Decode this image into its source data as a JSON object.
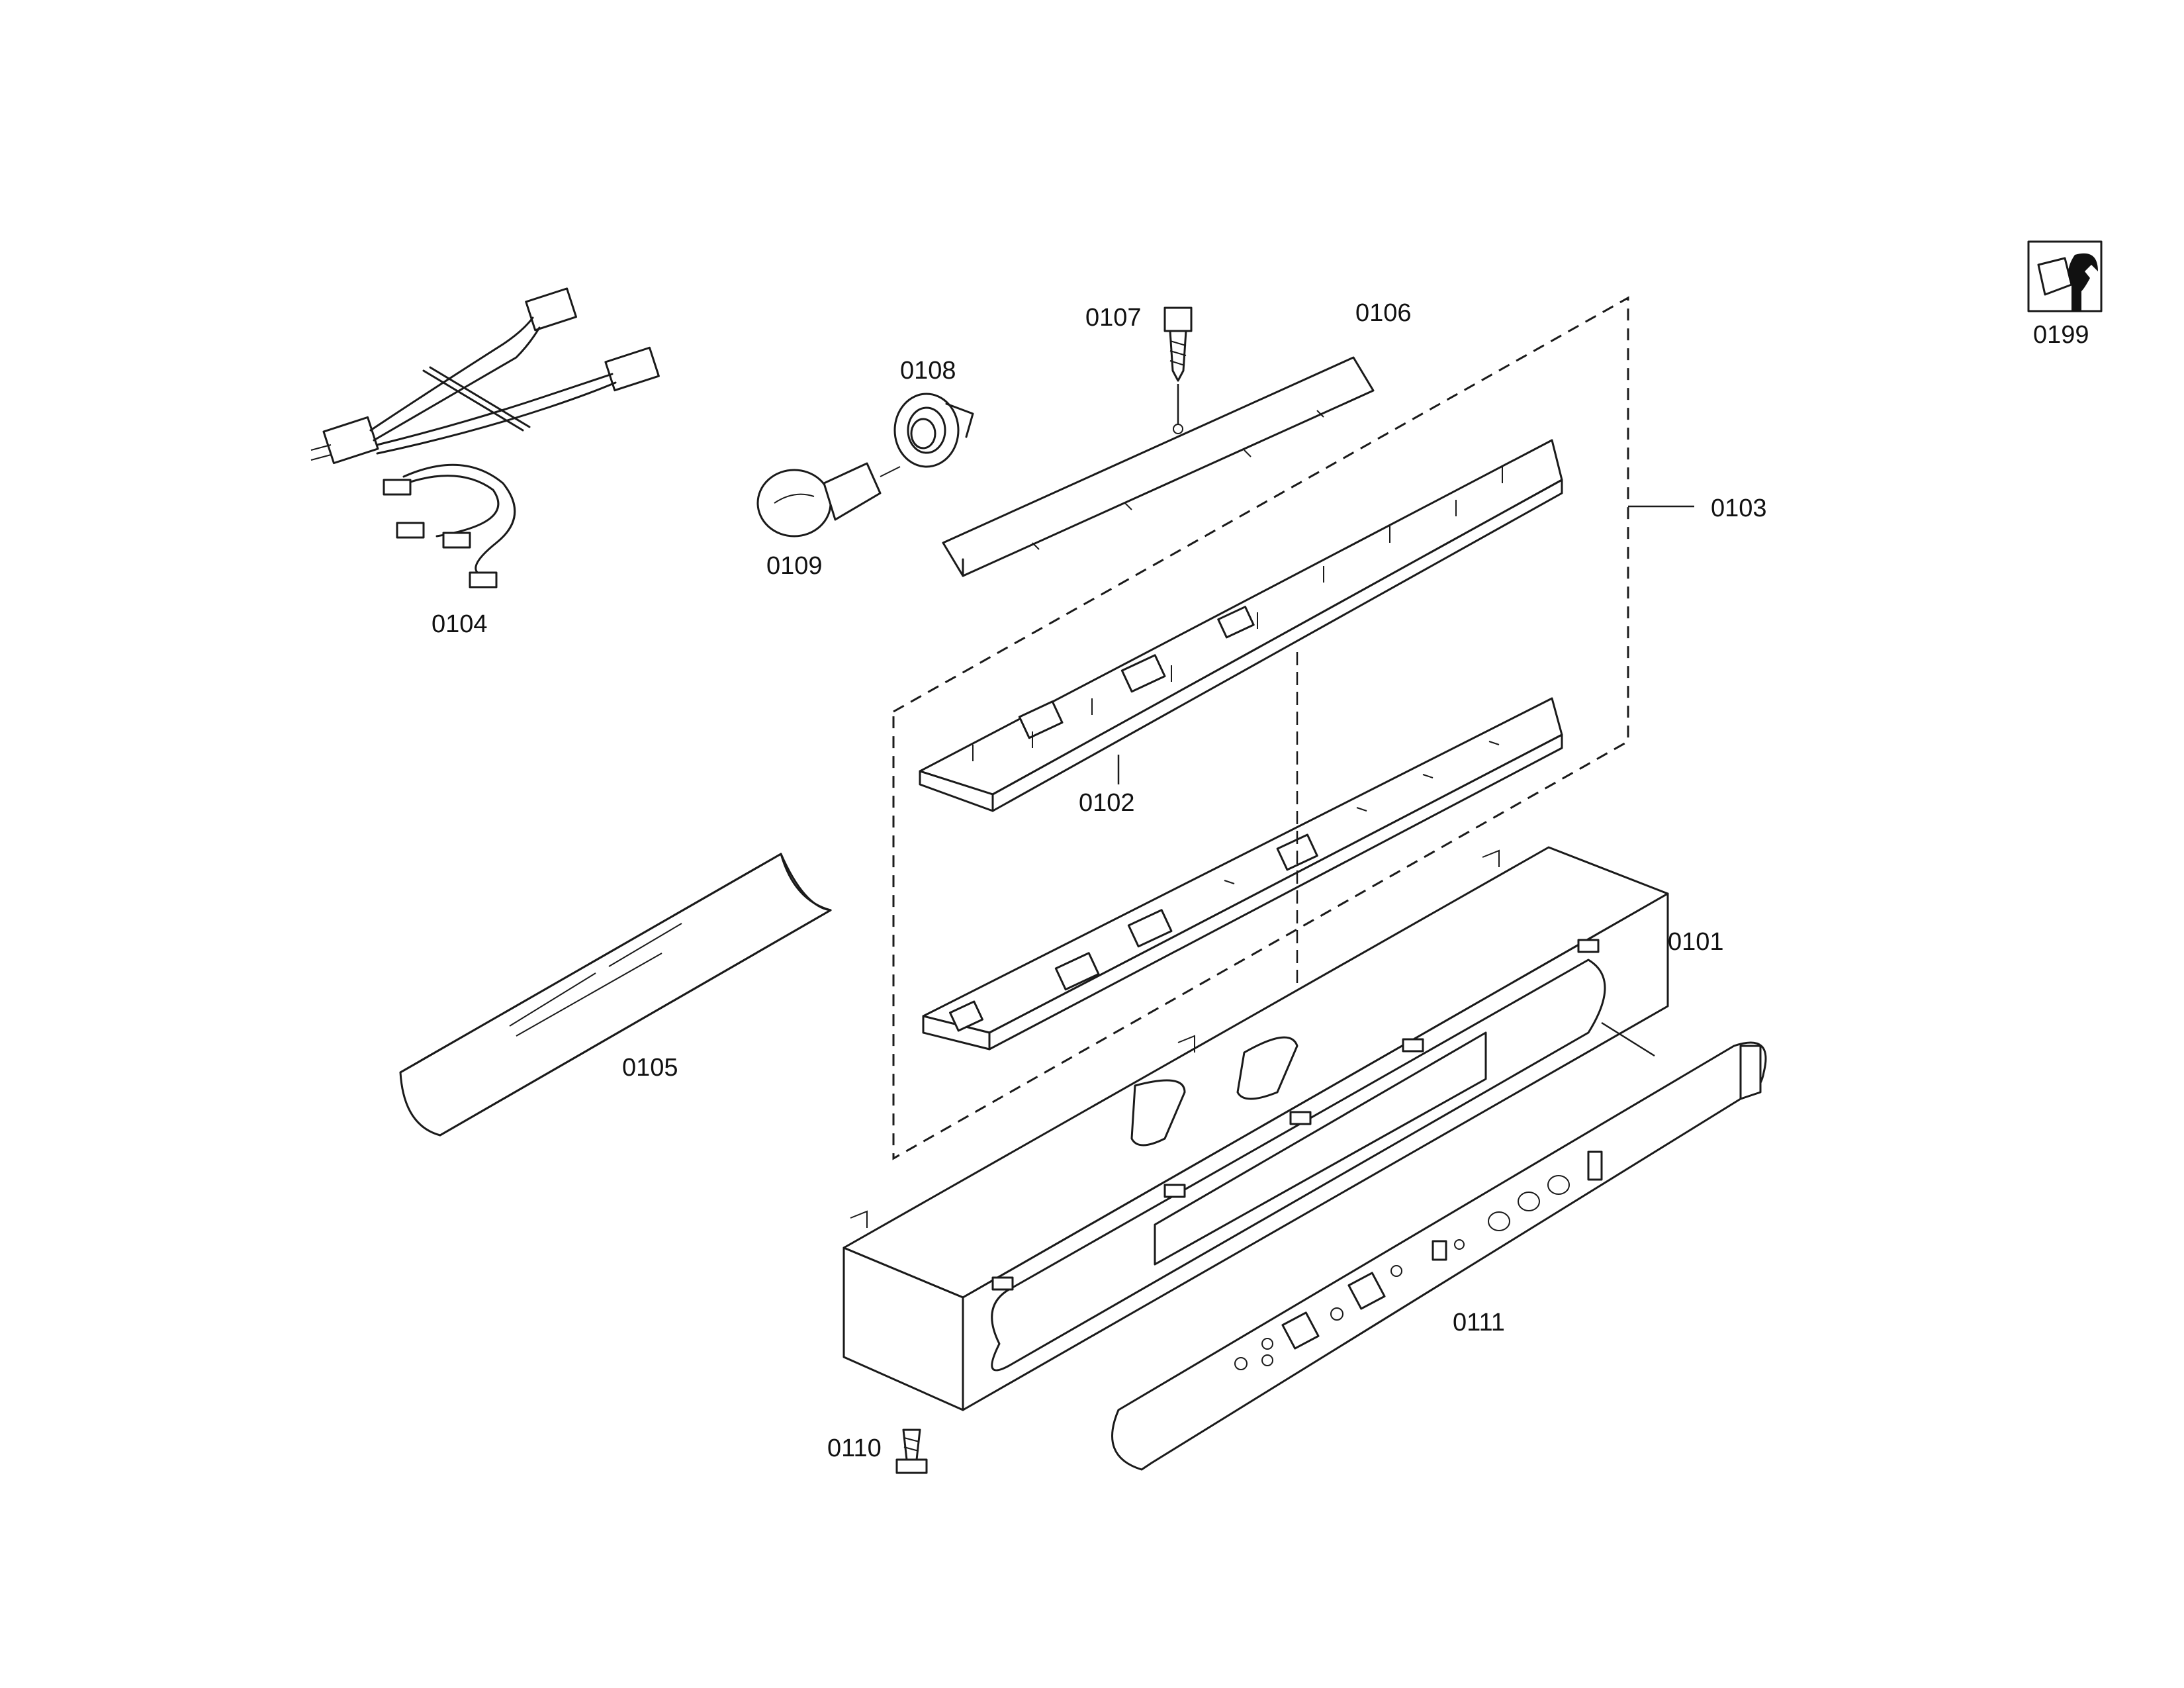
{
  "labels": {
    "p0101": "0101",
    "p0102": "0102",
    "p0103": "0103",
    "p0104": "0104",
    "p0105": "0105",
    "p0106": "0106",
    "p0107": "0107",
    "p0108": "0108",
    "p0109": "0109",
    "p0110": "0110",
    "p0111": "0111",
    "p0199": "0199"
  },
  "icons": {
    "service": "wrench-bolt-icon"
  }
}
